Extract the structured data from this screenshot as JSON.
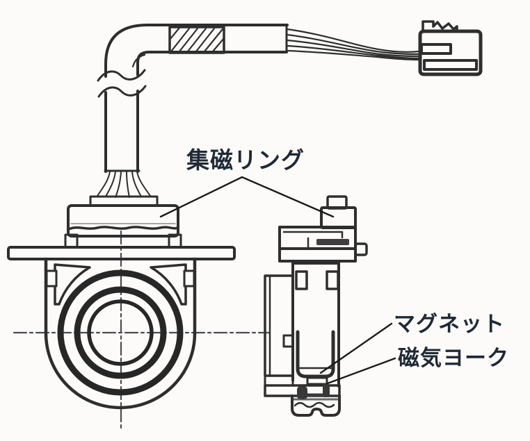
{
  "figure": {
    "labels": {
      "flux_ring": "集磁リング",
      "magnet": "マグネット",
      "magnetic_yoke": "磁気ヨーク"
    },
    "colors": {
      "ink": "#2e2e2e",
      "heavy_ink": "#272727",
      "dark_fill": "#383838",
      "centerline": "#4b4b52",
      "label_text": "#202a36",
      "background": "#fcfbf9"
    }
  }
}
